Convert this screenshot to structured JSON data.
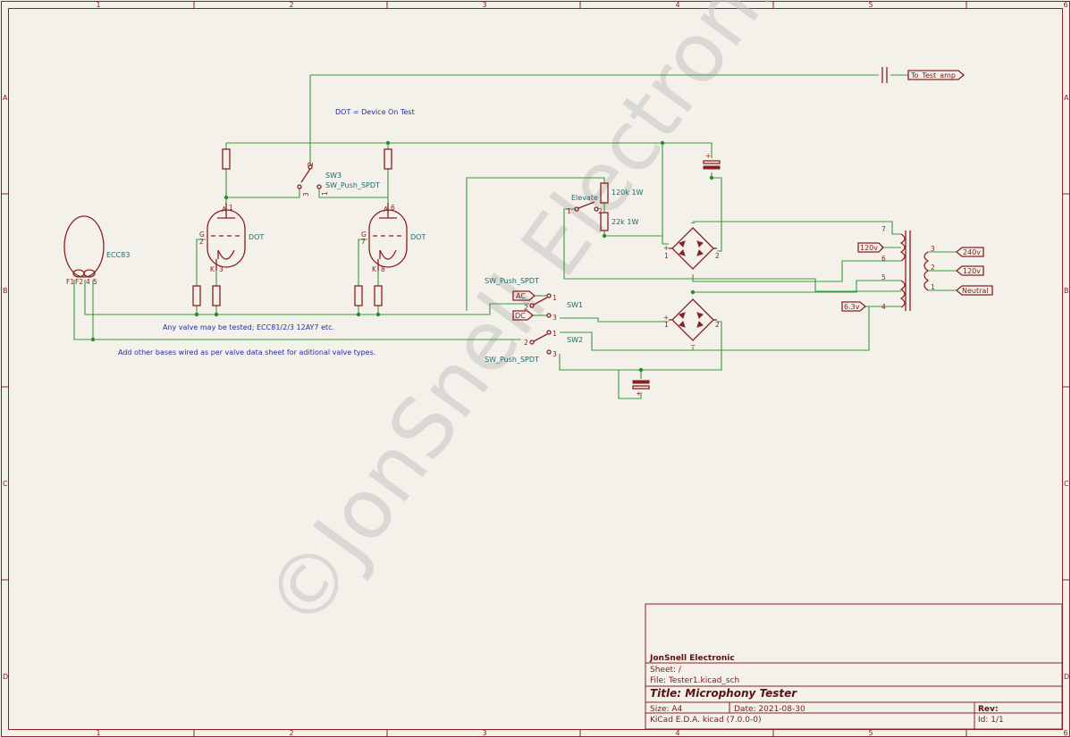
{
  "frame": {
    "columns": [
      "1",
      "2",
      "3",
      "4",
      "5",
      "6"
    ],
    "rows": [
      "A",
      "B",
      "C",
      "D"
    ]
  },
  "watermark": "©JonSnell Electronic",
  "notes": {
    "dot": "DOT = Device On Test",
    "any_valve": "Any valve may be tested; ECC81/2/3 12AY7 etc.",
    "other_bases": "Add other bases wired as per valve data sheet for aditional valve types."
  },
  "components": {
    "ecc83": "ECC83",
    "ecc83_pins": [
      "F1",
      "F2",
      "4",
      "5"
    ],
    "dot_left": "DOT",
    "dot_right": "DOT",
    "sw3_ref": "SW3",
    "sw3_val": "SW_Push_SPDT",
    "sw1_ref": "SW1",
    "sw2_ref": "SW2",
    "sw1_val": "SW_Push_SPDT",
    "sw2_val": "SW_Push_SPDT",
    "elevate": "Elevate",
    "r_120k": "120k 1W",
    "r_22k": "22k 1W"
  },
  "pins": {
    "left_tube": {
      "a": "A",
      "a_num": "1",
      "g": "G",
      "g_num": "2",
      "k": "K",
      "k_num": "3"
    },
    "right_tube": {
      "a": "A",
      "a_num": "6",
      "g": "G",
      "g_num": "7",
      "k": "K",
      "k_num": "8"
    },
    "sw3": [
      "2",
      "3",
      "1"
    ],
    "sw1": [
      "1",
      "2",
      "3"
    ],
    "sw2": [
      "1",
      "2",
      "3"
    ],
    "elevate": [
      "1",
      "2"
    ],
    "bridge_top": [
      "+",
      "1",
      "2",
      "~"
    ],
    "bridge_bottom": [
      "+",
      "1",
      "2",
      "~"
    ],
    "transformer_left": [
      "7",
      "6",
      "5",
      "4"
    ],
    "transformer_right": [
      "3",
      "2",
      "1"
    ]
  },
  "labels": {
    "to_test_amp": "To_Test_amp",
    "v240": "240v",
    "v120_right": "120v",
    "neutral": "Neutral",
    "v120_left": "120v",
    "v63": "6.3v",
    "ac": "AC",
    "dc": "DC"
  },
  "title_block": {
    "company": "JonSnell Electronic",
    "sheet": "Sheet: /",
    "file": "File: Tester1.kicad_sch",
    "title": "Title: Microphony Tester",
    "size": "Size: A4",
    "date": "Date: 2021-08-30",
    "rev": "Rev:",
    "kicad": "KiCad E.D.A.  kicad (7.0.0-0)",
    "id": "Id: 1/1"
  },
  "colors": {
    "frame": "#8a2020",
    "wire": "#3a9a3a",
    "note_text": "#2a2aa8",
    "ref_text": "#1d6a6a",
    "background": "#f3f1ea"
  }
}
